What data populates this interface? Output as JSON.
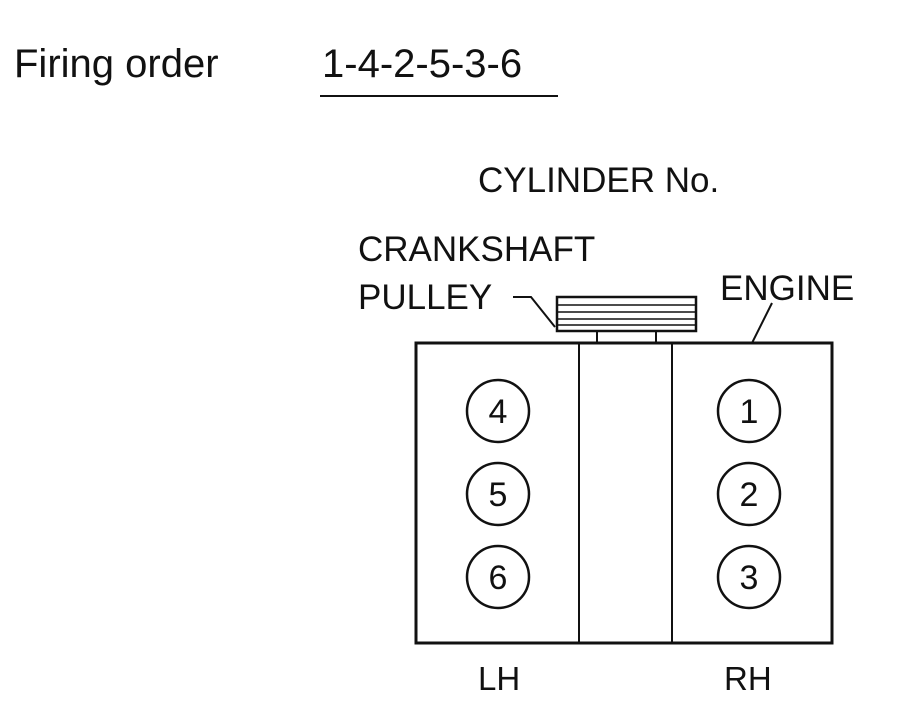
{
  "firing_order": {
    "label": "Firing order",
    "value": "1-4-2-5-3-6"
  },
  "diagram": {
    "title": "CYLINDER No.",
    "crankshaft_label_line1": "CRANKSHAFT",
    "crankshaft_label_line2": "PULLEY",
    "engine_label": "ENGINE",
    "left_bank_label": "LH",
    "right_bank_label": "RH",
    "left_bank_cylinders": [
      "4",
      "5",
      "6"
    ],
    "right_bank_cylinders": [
      "1",
      "2",
      "3"
    ]
  }
}
